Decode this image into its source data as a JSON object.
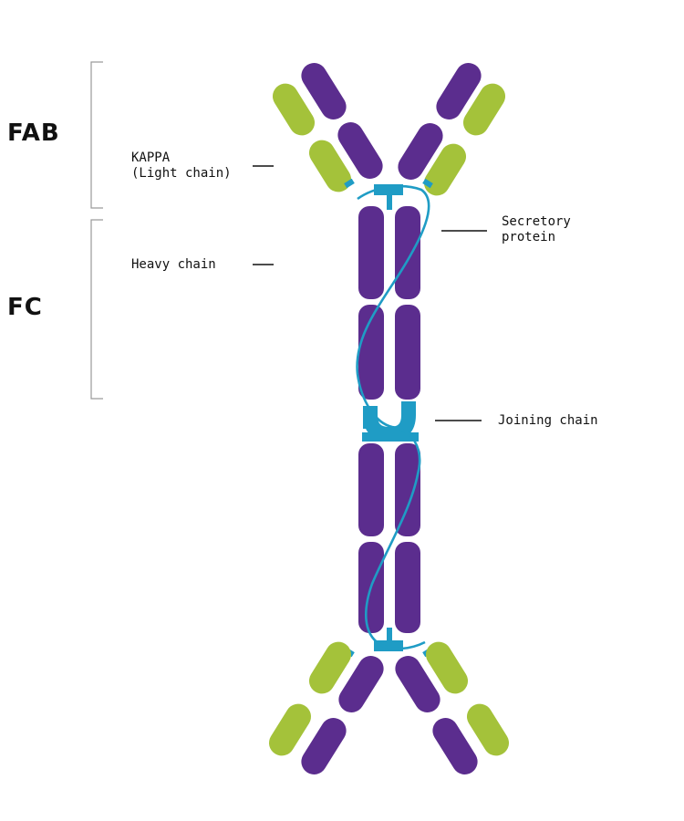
{
  "regions": {
    "fab": "FAB",
    "fc": "FC"
  },
  "callouts": {
    "kappa_line1": "KAPPA",
    "kappa_line2": "(Light chain)",
    "heavy_chain": "Heavy chain",
    "secretory_line1": "Secretory",
    "secretory_line2": "protein",
    "joining_chain": "Joining chain"
  },
  "colors": {
    "heavy_chain": "#5b2d8e",
    "light_chain": "#a4c23a",
    "secretory_and_joining": "#1f9cc5",
    "text": "#111111",
    "bracket": "#9a9a9a"
  }
}
